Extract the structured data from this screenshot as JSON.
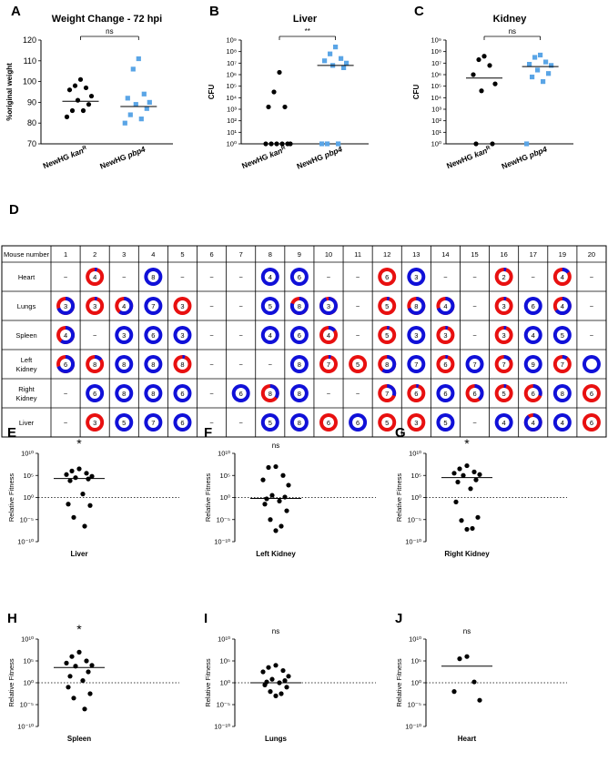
{
  "colors": {
    "karR": "#000000",
    "pbp4": "#5aa5e6",
    "pieBlue": "#1010d8",
    "pieRed": "#e81010",
    "axis": "#000000"
  },
  "panels": {
    "A": {
      "letter": "A",
      "chart_data": {
        "type": "scatter",
        "title": "Weight Change - 72 hpi",
        "ylabel": "%original weight",
        "ylim": [
          70,
          120
        ],
        "yticks": [
          "70",
          "80",
          "90",
          "100",
          "110",
          "120"
        ],
        "categories": [
          "NewHG kan",
          "NewHG pbp4"
        ],
        "cat_sup": [
          "R",
          ""
        ],
        "cat_italic": [
          "kan",
          "pbp4"
        ],
        "series": [
          {
            "values": [
              101,
              98,
              97,
              96,
              93,
              91,
              89,
              86,
              86,
              83
            ],
            "median": 90.5
          },
          {
            "values": [
              111,
              106,
              94,
              92,
              90,
              89,
              87,
              84,
              82,
              80
            ],
            "median": 88
          }
        ],
        "significance": "ns"
      }
    },
    "B": {
      "letter": "B",
      "chart_data": {
        "type": "scatter",
        "title": "Liver",
        "ylabel": "CFU",
        "log": true,
        "yticks": [
          "10⁰",
          "10¹",
          "10²",
          "10³",
          "10⁴",
          "10⁵",
          "10⁶",
          "10⁷",
          "10⁸",
          "10⁹"
        ],
        "ylim_exp": [
          0,
          9
        ],
        "categories": [
          "NewHG kan",
          "NewHG pbp4"
        ],
        "cat_sup": [
          "R",
          ""
        ],
        "series": [
          {
            "log_values": [
              6.2,
              4.5,
              3.2,
              3.2,
              0,
              0,
              0,
              0,
              0,
              0
            ],
            "median_log": null
          },
          {
            "log_values": [
              8.4,
              7.8,
              7.4,
              7.2,
              7.0,
              6.8,
              6.6,
              0,
              0,
              0
            ],
            "median_log": 6.8
          }
        ],
        "significance": "**"
      }
    },
    "C": {
      "letter": "C",
      "chart_data": {
        "type": "scatter",
        "title": "Kidney",
        "ylabel": "CFU",
        "log": true,
        "yticks": [
          "10⁰",
          "10¹",
          "10²",
          "10³",
          "10⁴",
          "10⁵",
          "10⁶",
          "10⁷",
          "10⁸",
          "10⁹"
        ],
        "ylim_exp": [
          0,
          9
        ],
        "categories": [
          "NewHG kan",
          "NewHG pbp4"
        ],
        "cat_sup": [
          "R",
          ""
        ],
        "series": [
          {
            "log_values": [
              7.6,
              7.3,
              6.8,
              6.0,
              5.2,
              4.6,
              0,
              0
            ],
            "median_log": 5.7
          },
          {
            "log_values": [
              7.7,
              7.5,
              7.1,
              6.9,
              6.8,
              6.4,
              6.1,
              5.8,
              5.4,
              0
            ],
            "median_log": 6.7
          }
        ],
        "significance": "ns"
      }
    }
  },
  "panelD": {
    "letter": "D",
    "header_label": "Mouse number",
    "mice": [
      "1",
      "2",
      "3",
      "4",
      "5",
      "6",
      "7",
      "8",
      "9",
      "10",
      "11",
      "12",
      "13",
      "14",
      "15",
      "16",
      "17",
      "19",
      "20"
    ],
    "dash": "−",
    "rows": [
      {
        "label": "Heart",
        "cells": [
          null,
          {
            "n": "4",
            "b": 0.05
          },
          null,
          {
            "n": "8",
            "b": 1
          },
          null,
          null,
          null,
          {
            "n": "4",
            "b": 1
          },
          {
            "n": "6",
            "b": 1
          },
          null,
          null,
          {
            "n": "6",
            "b": 0
          },
          {
            "n": "3",
            "b": 1
          },
          null,
          null,
          {
            "n": "2",
            "b": 0.05
          },
          null,
          {
            "n": "4",
            "b": 0.15
          },
          null
        ]
      },
      {
        "label": "Lungs",
        "cells": [
          {
            "n": "3",
            "b": 0.7
          },
          {
            "n": "3",
            "b": 0.05
          },
          {
            "n": "4",
            "b": 0.6
          },
          {
            "n": "7",
            "b": 1
          },
          {
            "n": "3",
            "b": 0
          },
          null,
          null,
          {
            "n": "5",
            "b": 1
          },
          {
            "n": "8",
            "b": 0.8
          },
          {
            "n": "3",
            "b": 0.95
          },
          null,
          {
            "n": "5",
            "b": 0.05
          },
          {
            "n": "8",
            "b": 0.7
          },
          {
            "n": "4",
            "b": 0.7
          },
          null,
          {
            "n": "3",
            "b": 0.05
          },
          {
            "n": "6",
            "b": 1
          },
          {
            "n": "4",
            "b": 0.65
          },
          null
        ]
      },
      {
        "label": "Spleen",
        "cells": [
          {
            "n": "4",
            "b": 0.6
          },
          null,
          {
            "n": "3",
            "b": 1
          },
          {
            "n": "6",
            "b": 1
          },
          {
            "n": "3",
            "b": 1
          },
          null,
          null,
          {
            "n": "4",
            "b": 1
          },
          {
            "n": "6",
            "b": 1
          },
          {
            "n": "4",
            "b": 0.15
          },
          null,
          {
            "n": "5",
            "b": 0.05
          },
          {
            "n": "3",
            "b": 1
          },
          {
            "n": "3",
            "b": 0.05
          },
          null,
          {
            "n": "3",
            "b": 0.05
          },
          {
            "n": "4",
            "b": 1
          },
          {
            "n": "5",
            "b": 1
          },
          null
        ]
      },
      {
        "label": "Left Kidney",
        "cells": [
          {
            "n": "6",
            "b": 0.7
          },
          {
            "n": "8",
            "b": 0.15
          },
          {
            "n": "8",
            "b": 1
          },
          {
            "n": "8",
            "b": 1
          },
          {
            "n": "8",
            "b": 0.05
          },
          null,
          null,
          null,
          {
            "n": "8",
            "b": 1
          },
          {
            "n": "7",
            "b": 0.05
          },
          {
            "n": "5",
            "b": 0
          },
          {
            "n": "8",
            "b": 0.6
          },
          {
            "n": "7",
            "b": 1
          },
          {
            "n": "6",
            "b": 0.05
          },
          {
            "n": "7",
            "b": 1
          },
          {
            "n": "7",
            "b": 0.15
          },
          {
            "n": "9",
            "b": 1
          },
          {
            "n": "7",
            "b": 0.1
          },
          {
            "n": "",
            "b": 1
          }
        ]
      },
      {
        "label": "Right Kidney",
        "cells": [
          null,
          {
            "n": "6",
            "b": 1
          },
          {
            "n": "8",
            "b": 1
          },
          {
            "n": "8",
            "b": 1
          },
          {
            "n": "6",
            "b": 1
          },
          null,
          {
            "n": "6",
            "b": 1
          },
          {
            "n": "8",
            "b": 0.35
          },
          {
            "n": "8",
            "b": 1
          },
          null,
          null,
          {
            "n": "7",
            "b": 0.3
          },
          {
            "n": "6",
            "b": 0.05
          },
          {
            "n": "6",
            "b": 1
          },
          {
            "n": "6",
            "b": 0.4
          },
          {
            "n": "5",
            "b": 0.05
          },
          {
            "n": "6",
            "b": 0.3
          },
          {
            "n": "8",
            "b": 1
          },
          {
            "n": "6",
            "b": 0
          }
        ]
      },
      {
        "label": "Liver",
        "cells": [
          null,
          {
            "n": "3",
            "b": 0
          },
          {
            "n": "5",
            "b": 1
          },
          {
            "n": "7",
            "b": 1
          },
          {
            "n": "6",
            "b": 1
          },
          null,
          null,
          {
            "n": "5",
            "b": 1
          },
          {
            "n": "8",
            "b": 1
          },
          {
            "n": "6",
            "b": 0
          },
          {
            "n": "6",
            "b": 1
          },
          {
            "n": "5",
            "b": 0
          },
          {
            "n": "3",
            "b": 0
          },
          {
            "n": "5",
            "b": 1
          },
          null,
          {
            "n": "4",
            "b": 1
          },
          {
            "n": "4",
            "b": 0.9
          },
          {
            "n": "4",
            "b": 1
          },
          {
            "n": "6",
            "b": 0
          }
        ]
      }
    ]
  },
  "fitness": {
    "ylabel": "Relative Fitness",
    "yticks": [
      "10¹⁰",
      "10⁵",
      "10⁰",
      "10⁻⁵",
      "10⁻¹⁰"
    ],
    "panels": [
      {
        "letter": "E",
        "xlabel": "Liver",
        "sig": "*",
        "sigStar": true,
        "median": 4.3,
        "values": [
          6.5,
          6.0,
          5.5,
          5.2,
          4.8,
          4.5,
          4.2,
          3.8,
          0.8,
          -1.5,
          -1.8,
          -4.5,
          -6.5
        ]
      },
      {
        "letter": "F",
        "xlabel": "Left Kidney",
        "sig": "ns",
        "sigStar": false,
        "median": -0.2,
        "values": [
          7.0,
          6.8,
          5.0,
          4.0,
          2.8,
          0.5,
          0.1,
          -0.3,
          -0.8,
          -1.5,
          -3.0,
          -5.0,
          -6.5,
          -7.5
        ]
      },
      {
        "letter": "G",
        "xlabel": "Right Kidney",
        "sig": "*",
        "sigStar": true,
        "median": 4.5,
        "values": [
          7.2,
          6.5,
          5.8,
          5.5,
          5.2,
          5.0,
          4.0,
          3.5,
          2.0,
          -1.0,
          -4.5,
          -5.2,
          -7.0,
          -7.2
        ]
      },
      {
        "letter": "H",
        "xlabel": "Spleen",
        "sig": "*",
        "sigStar": true,
        "median": 3.5,
        "values": [
          7.0,
          6.0,
          5.0,
          4.5,
          4.0,
          3.8,
          2.5,
          1.5,
          0.5,
          -1.0,
          -2.5,
          -3.5,
          -6.0
        ]
      },
      {
        "letter": "I",
        "xlabel": "Lungs",
        "sig": "ns",
        "sigStar": false,
        "median": 0.0,
        "values": [
          4.0,
          3.5,
          2.8,
          2.5,
          1.5,
          0.8,
          0.5,
          0.2,
          0.0,
          -0.5,
          -1.0,
          -2.0,
          -2.5,
          -3.0
        ]
      },
      {
        "letter": "J",
        "xlabel": "Heart",
        "sig": "ns",
        "sigStar": false,
        "median": 3.8,
        "values": [
          6.0,
          5.5,
          0.2,
          -2.0,
          -4.0
        ]
      }
    ]
  }
}
